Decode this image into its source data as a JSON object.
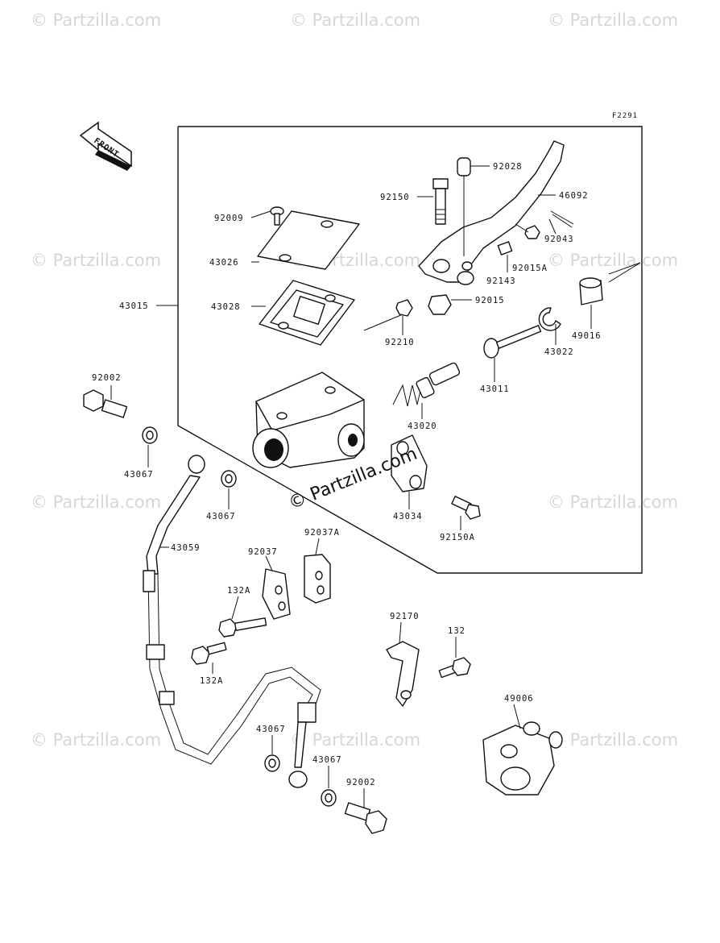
{
  "diagram": {
    "figure_code": "F2291",
    "front_label": "FRONT",
    "watermark_text": "© Partzilla.com",
    "center_watermark": "© Partzilla.com",
    "labels": [
      {
        "id": "92028",
        "text": "92028"
      },
      {
        "id": "46092",
        "text": "46092"
      },
      {
        "id": "92150",
        "text": "92150"
      },
      {
        "id": "92009",
        "text": "92009"
      },
      {
        "id": "92043",
        "text": "92043"
      },
      {
        "id": "43026",
        "text": "43026"
      },
      {
        "id": "92015A",
        "text": "92015A"
      },
      {
        "id": "92143",
        "text": "92143"
      },
      {
        "id": "43015",
        "text": "43015"
      },
      {
        "id": "43028",
        "text": "43028"
      },
      {
        "id": "92015",
        "text": "92015"
      },
      {
        "id": "49016",
        "text": "49016"
      },
      {
        "id": "92210",
        "text": "92210"
      },
      {
        "id": "43022",
        "text": "43022"
      },
      {
        "id": "92002-top",
        "text": "92002"
      },
      {
        "id": "43011",
        "text": "43011"
      },
      {
        "id": "43020",
        "text": "43020"
      },
      {
        "id": "43067-a",
        "text": "43067"
      },
      {
        "id": "43067-b",
        "text": "43067"
      },
      {
        "id": "43034",
        "text": "43034"
      },
      {
        "id": "92150A",
        "text": "92150A"
      },
      {
        "id": "43059",
        "text": "43059"
      },
      {
        "id": "92037",
        "text": "92037"
      },
      {
        "id": "92037A",
        "text": "92037A"
      },
      {
        "id": "132A-a",
        "text": "132A"
      },
      {
        "id": "132A-b",
        "text": "132A"
      },
      {
        "id": "92170",
        "text": "92170"
      },
      {
        "id": "132",
        "text": "132"
      },
      {
        "id": "49006",
        "text": "49006"
      },
      {
        "id": "43067-c",
        "text": "43067"
      },
      {
        "id": "43067-d",
        "text": "43067"
      },
      {
        "id": "92002-bottom",
        "text": "92002"
      }
    ]
  }
}
